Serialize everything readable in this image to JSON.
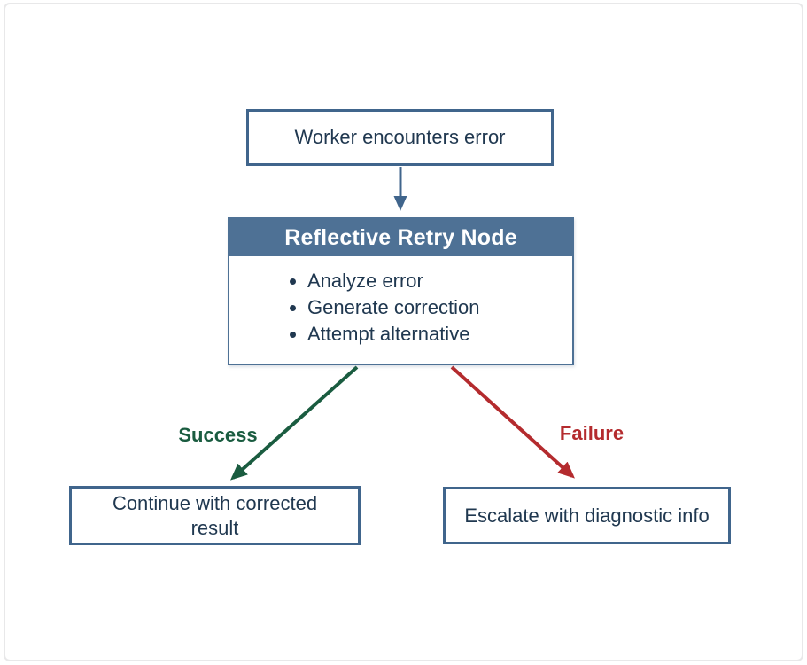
{
  "nodes": {
    "worker": {
      "label": "Worker encounters error"
    },
    "retry": {
      "title": "Reflective Retry Node",
      "bullets": [
        "Analyze error",
        "Generate correction",
        "Attempt alternative"
      ]
    },
    "continue": {
      "label": "Continue with corrected result"
    },
    "escalate": {
      "label": "Escalate with diagnostic info"
    }
  },
  "edges": {
    "flow": {
      "label": ""
    },
    "success": {
      "label": "Success"
    },
    "failure": {
      "label": "Failure"
    }
  },
  "colors": {
    "box_border": "#40658c",
    "node_header_bg": "#4e7195",
    "node_header_text": "#ffffff",
    "text_navy": "#203850",
    "flow_arrow": "#40658c",
    "success_green": "#1a5c40",
    "failure_red": "#b42b2e",
    "card_border": "#e8e8e9"
  }
}
